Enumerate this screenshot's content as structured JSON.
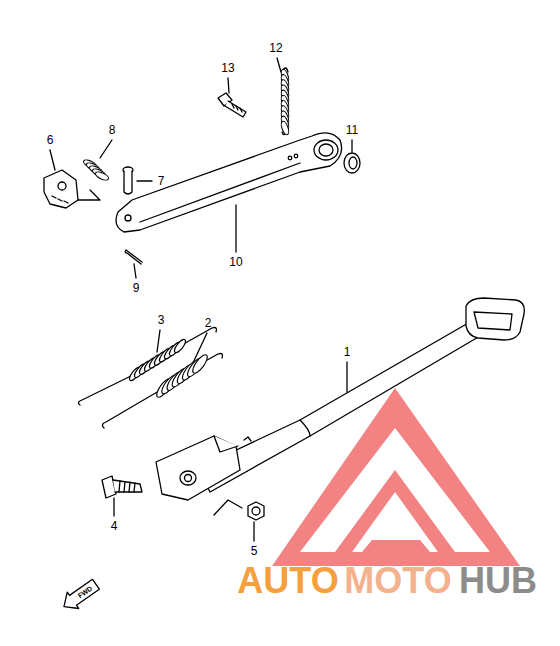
{
  "diagram": {
    "labels": [
      "12",
      "13",
      "11",
      "8",
      "6",
      "7",
      "10",
      "9",
      "3",
      "2",
      "1",
      "4",
      "5",
      "FWD",
      "AUTO",
      "MOTO",
      "HUB"
    ]
  }
}
